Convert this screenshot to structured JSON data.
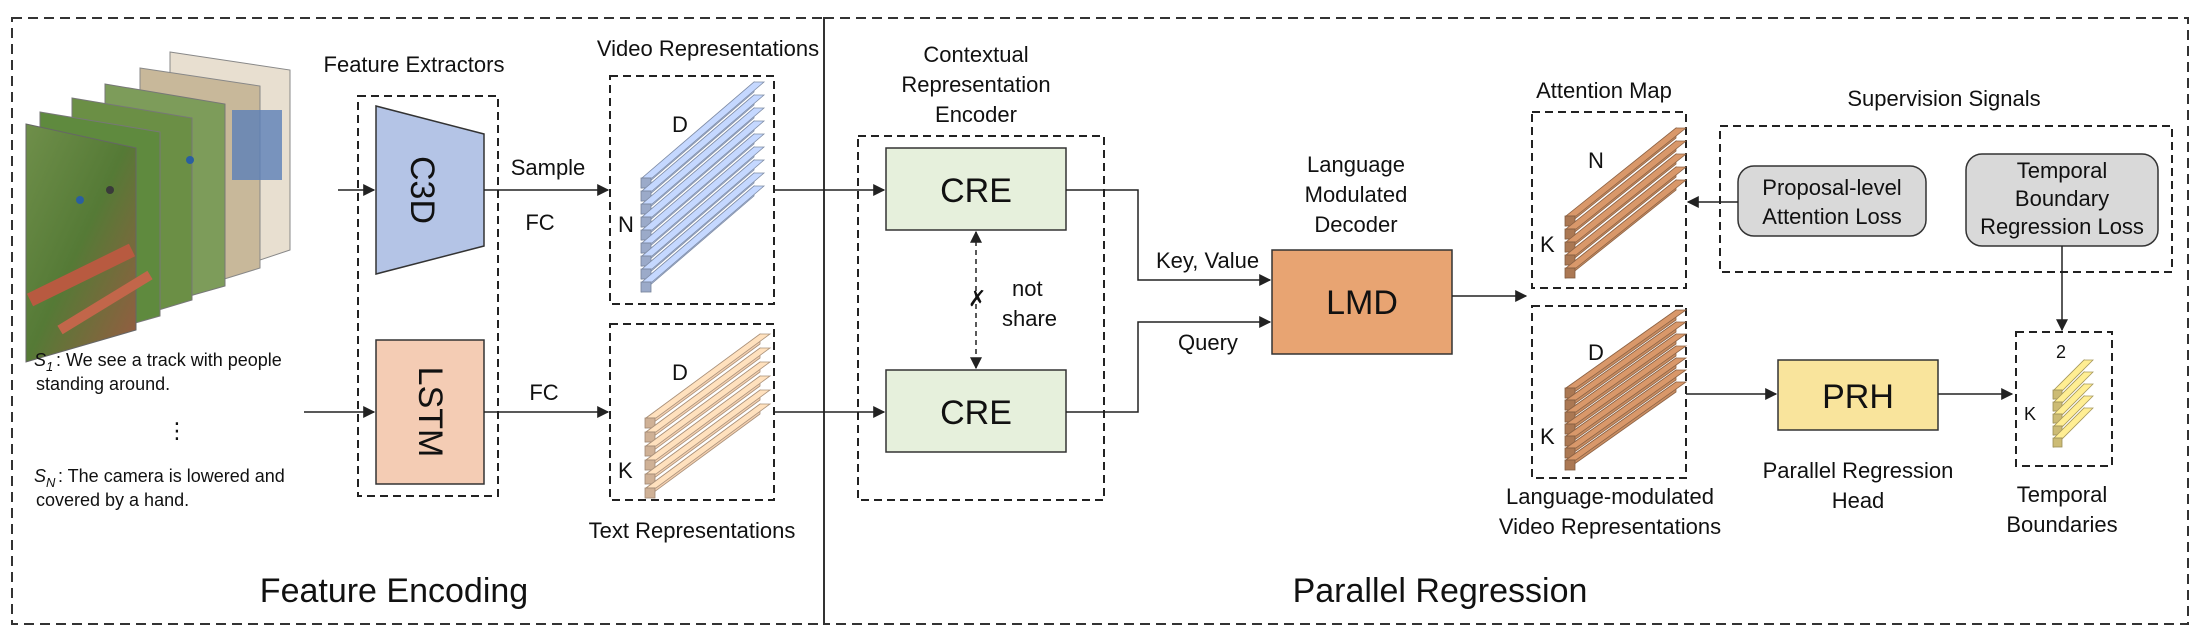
{
  "sections": {
    "left": "Feature Encoding",
    "right": "Parallel Regression"
  },
  "feature_extractors": {
    "title": "Feature Extractors",
    "c3d": "C3D",
    "lstm": "LSTM"
  },
  "video_repr": {
    "title": "Video Representations",
    "dim_d": "D",
    "dim_n": "N"
  },
  "text_repr": {
    "title": "Text Representations",
    "dim_d": "D",
    "dim_k": "K"
  },
  "captions": {
    "s1_sub": "S",
    "s1_index": "1",
    "s1_line1": ": We see a track with people",
    "s1_line2": "standing around.",
    "ellipsis": "⋮",
    "sn_sub": "S",
    "sn_index": "N",
    "sn_line1": ": The camera is lowered and",
    "sn_line2": "covered by a hand."
  },
  "edges": {
    "sample": "Sample",
    "fc_video": "FC",
    "fc_text": "FC",
    "key_value": "Key, Value",
    "query": "Query",
    "not": "not",
    "share": "share"
  },
  "cre_encoder": {
    "title_line1": "Contextual",
    "title_line2": "Representation",
    "title_line3": "Encoder",
    "cre_top": "CRE",
    "cre_bottom": "CRE"
  },
  "decoder": {
    "title_line1": "Language",
    "title_line2": "Modulated",
    "title_line3": "Decoder",
    "box": "LMD"
  },
  "attention_map": {
    "title": "Attention Map",
    "dim_n": "N",
    "dim_k": "K"
  },
  "lm_video_repr": {
    "title_line1": "Language-modulated",
    "title_line2": "Video Representations",
    "dim_d": "D",
    "dim_k": "K"
  },
  "supervision": {
    "title": "Supervision Signals",
    "loss1_line1": "Proposal-level",
    "loss1_line2": "Attention Loss",
    "loss2_line1": "Temporal",
    "loss2_line2": "Boundary",
    "loss2_line3": "Regression Loss"
  },
  "prh": {
    "box": "PRH",
    "title_line1": "Parallel Regression",
    "title_line2": "Head"
  },
  "boundaries": {
    "title_line1": "Temporal",
    "title_line2": "Boundaries",
    "dim_2": "2",
    "dim_k": "K"
  },
  "colors": {
    "c3d": "#b4c4e6",
    "lstm": "#f4ccb4",
    "cre": "#e6f0dc",
    "lmd": "#e8a472",
    "prh": "#f9e49c",
    "loss": "#d9d9d9",
    "video_bar": "#b6c8ec",
    "text_bar": "#f4d0b0",
    "brown_bar": "#c98d62",
    "yellow_bar": "#f0dc88"
  }
}
